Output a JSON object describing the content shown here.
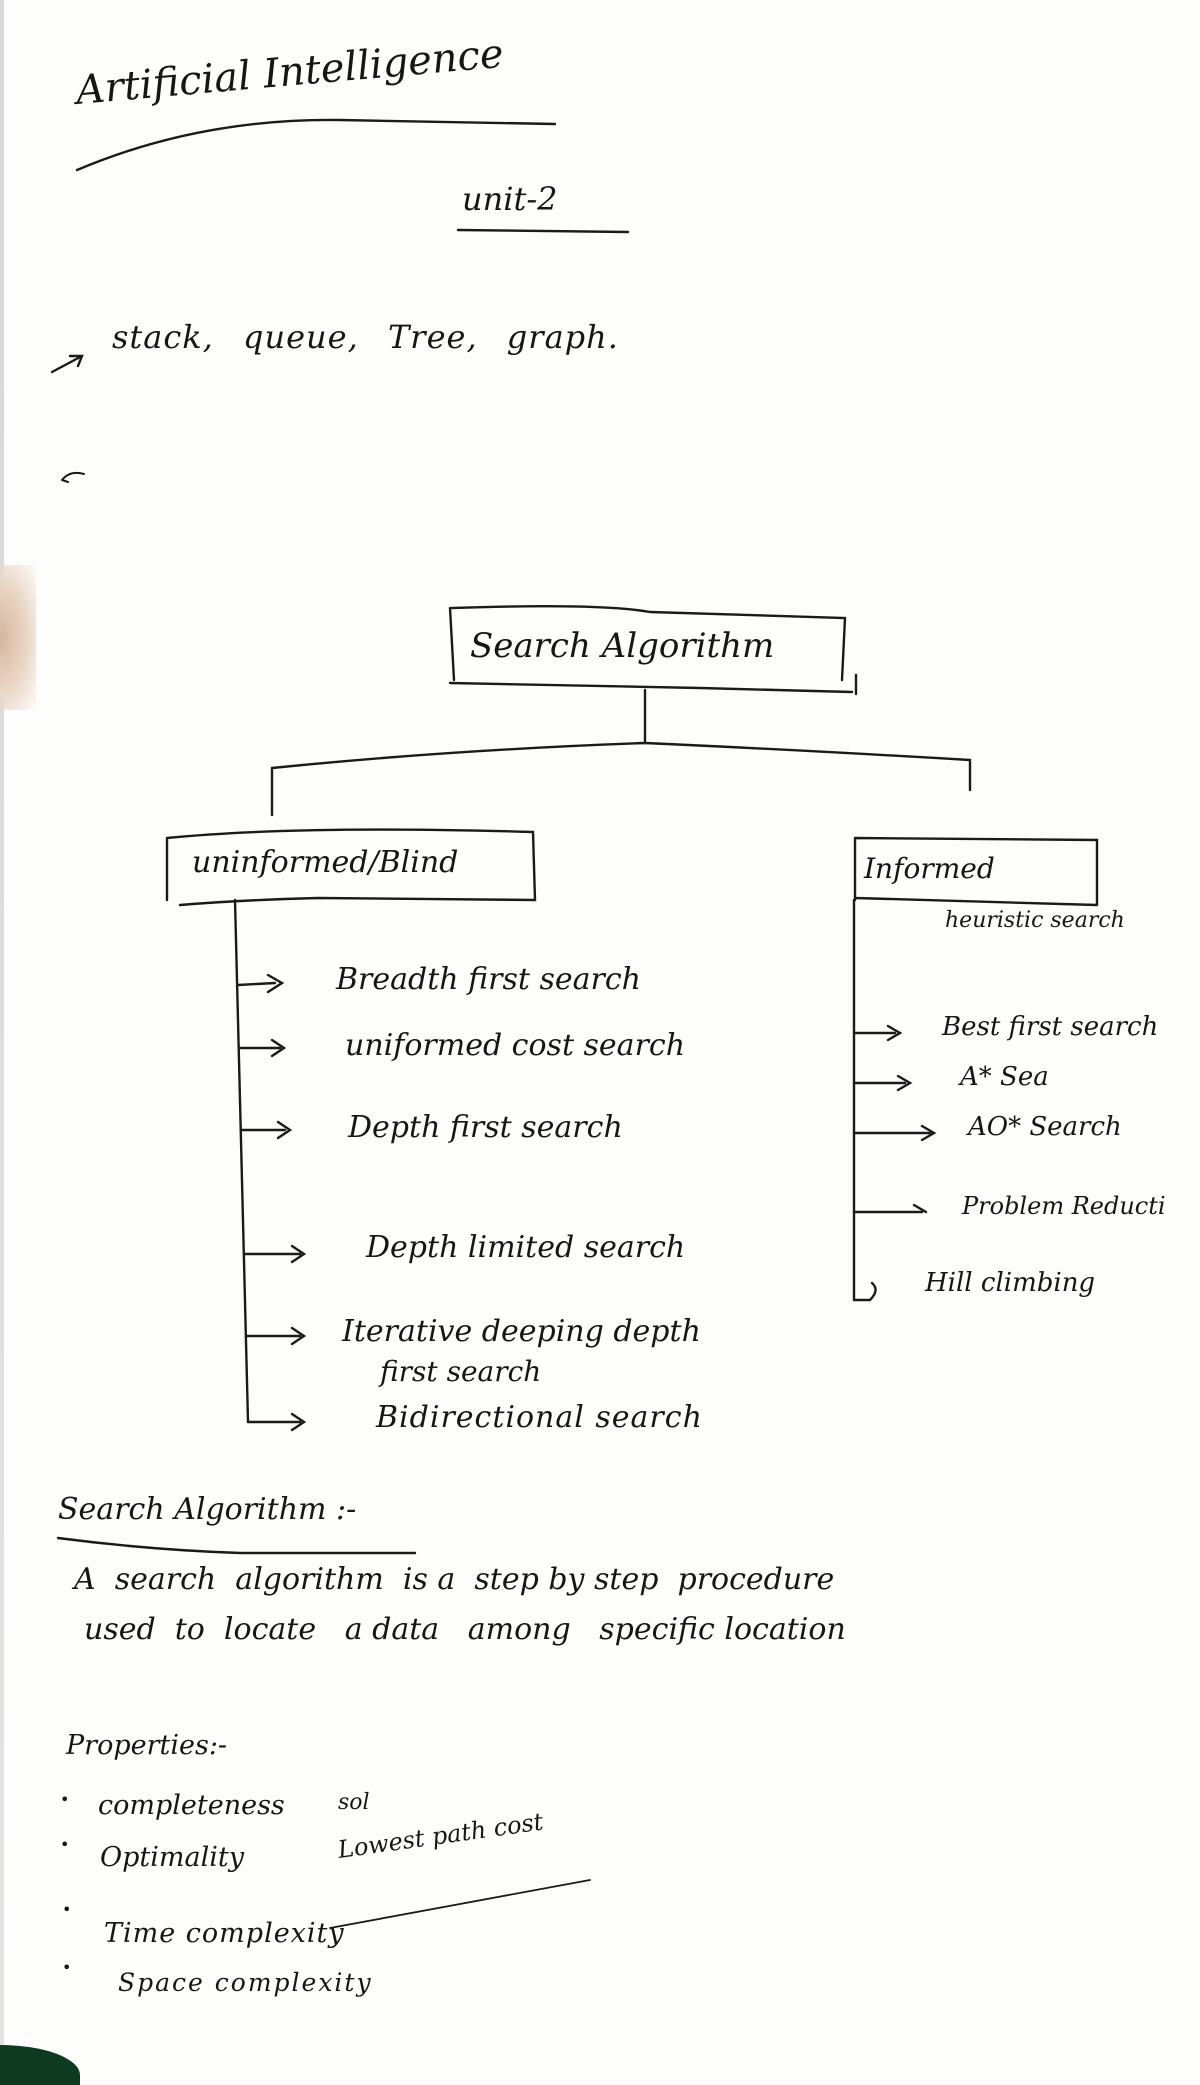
{
  "page": {
    "title": "Artificial Intelligence",
    "unit": "unit-2",
    "topics_line": "stack, queue, Tree, graph."
  },
  "diagram": {
    "root": "Search Algorithm",
    "branches": [
      {
        "label": "uninformed/Blind",
        "items": [
          "Breadth first search",
          "uniformed cost search",
          "Depth first search",
          "Depth limited search",
          "Iterative deeping depth",
          "first search",
          "Bidirectional search"
        ]
      },
      {
        "label": "Informed",
        "sublabel": "heuristic search",
        "items": [
          "Best first search",
          "A*  Sea",
          "AO* Search",
          "Problem Reducti",
          "Hill climbing"
        ]
      }
    ]
  },
  "definition": {
    "heading": "Search Algorithm :-",
    "line1": "A  search  algorithm  is a  step by step  procedure",
    "line2": "used  to  locate   a data   among   specific location"
  },
  "properties": {
    "heading": "Properties:-",
    "items": [
      {
        "text": "completeness",
        "note": "sol"
      },
      {
        "text": "Optimality",
        "note": "Lowest path cost"
      },
      {
        "text": "Time complexity"
      },
      {
        "text": "Space complexity"
      }
    ]
  },
  "colors": {
    "ink": "#161616",
    "paper": "#fdfdfc",
    "corner": "#0f3a22"
  }
}
